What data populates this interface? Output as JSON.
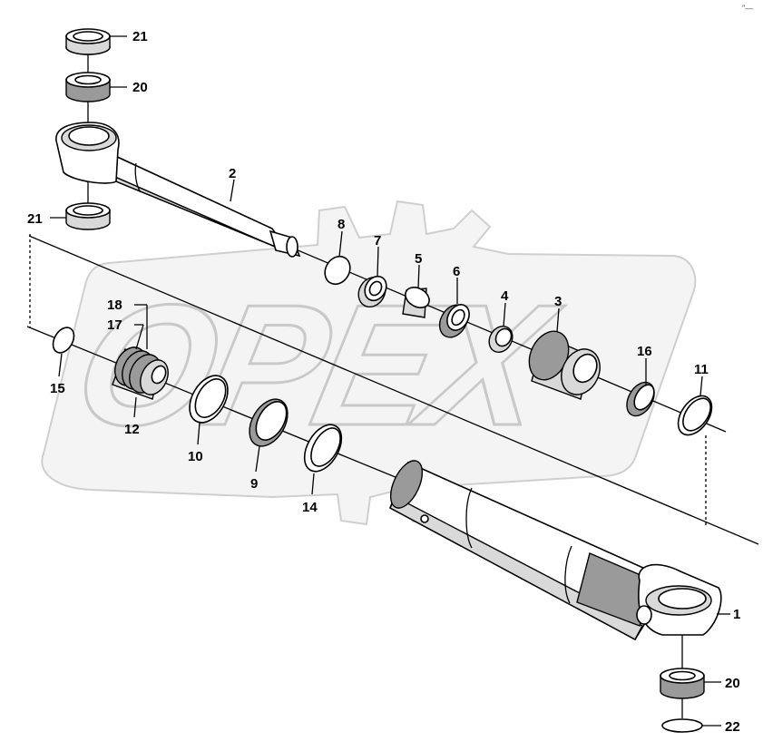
{
  "watermark": {
    "text": "OPEX"
  },
  "corner_mark": "″—",
  "callouts": [
    {
      "id": "c1",
      "label": "1"
    },
    {
      "id": "c2",
      "label": "2"
    },
    {
      "id": "c3",
      "label": "3"
    },
    {
      "id": "c4",
      "label": "4"
    },
    {
      "id": "c5",
      "label": "5"
    },
    {
      "id": "c6",
      "label": "6"
    },
    {
      "id": "c7",
      "label": "7"
    },
    {
      "id": "c8",
      "label": "8"
    },
    {
      "id": "c9",
      "label": "9"
    },
    {
      "id": "c10",
      "label": "10"
    },
    {
      "id": "c11",
      "label": "11"
    },
    {
      "id": "c12",
      "label": "12"
    },
    {
      "id": "c14",
      "label": "14"
    },
    {
      "id": "c15",
      "label": "15"
    },
    {
      "id": "c16",
      "label": "16"
    },
    {
      "id": "c17",
      "label": "17"
    },
    {
      "id": "c18",
      "label": "18"
    },
    {
      "id": "c20a",
      "label": "20"
    },
    {
      "id": "c20b",
      "label": "20"
    },
    {
      "id": "c21a",
      "label": "21"
    },
    {
      "id": "c21b",
      "label": "21"
    },
    {
      "id": "c22",
      "label": "22"
    }
  ]
}
